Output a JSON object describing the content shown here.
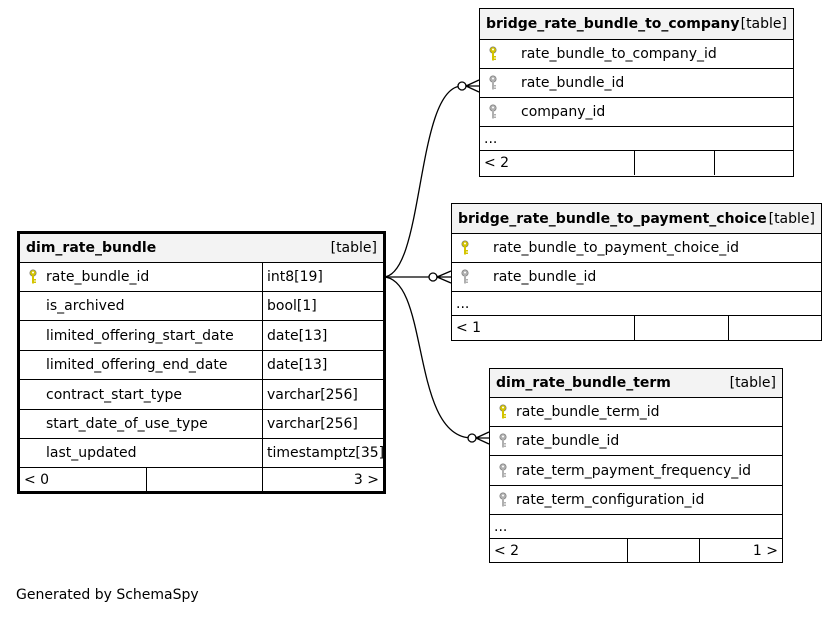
{
  "generated_by": "Generated by SchemaSpy",
  "colors": {
    "primary_key": "#d4c400",
    "foreign_key": "#b0b0b0",
    "header_bg": "#f3f3f3"
  },
  "dim_rate_bundle": {
    "name": "dim_rate_bundle",
    "type_label": "[table]",
    "columns": [
      {
        "name": "rate_bundle_id",
        "type": "int8[19]",
        "key": "primary-key"
      },
      {
        "name": "is_archived",
        "type": "bool[1]",
        "key": ""
      },
      {
        "name": "limited_offering_start_date",
        "type": "date[13]",
        "key": ""
      },
      {
        "name": "limited_offering_end_date",
        "type": "date[13]",
        "key": ""
      },
      {
        "name": "contract_start_type",
        "type": "varchar[256]",
        "key": ""
      },
      {
        "name": "start_date_of_use_type",
        "type": "varchar[256]",
        "key": ""
      },
      {
        "name": "last_updated",
        "type": "timestamptz[35]",
        "key": ""
      }
    ],
    "footer_left": "< 0",
    "footer_right": "3 >"
  },
  "bridge_company": {
    "name": "bridge_rate_bundle_to_company",
    "type_label": "[table]",
    "columns": [
      {
        "name": "rate_bundle_to_company_id",
        "key": "primary-key"
      },
      {
        "name": "rate_bundle_id",
        "key": "foreign-key"
      },
      {
        "name": "company_id",
        "key": "foreign-key"
      }
    ],
    "ellipsis": "...",
    "footer_left": "< 2",
    "footer_right": ""
  },
  "bridge_payment": {
    "name": "bridge_rate_bundle_to_payment_choice",
    "type_label": "[table]",
    "columns": [
      {
        "name": "rate_bundle_to_payment_choice_id",
        "key": "primary-key"
      },
      {
        "name": "rate_bundle_id",
        "key": "foreign-key"
      }
    ],
    "ellipsis": "...",
    "footer_left": "< 1",
    "footer_right": ""
  },
  "term": {
    "name": "dim_rate_bundle_term",
    "type_label": "[table]",
    "columns": [
      {
        "name": "rate_bundle_term_id",
        "key": "primary-key"
      },
      {
        "name": "rate_bundle_id",
        "key": "foreign-key"
      },
      {
        "name": "rate_term_payment_frequency_id",
        "key": "foreign-key"
      },
      {
        "name": "rate_term_configuration_id",
        "key": "foreign-key"
      }
    ],
    "ellipsis": "...",
    "footer_left": "< 2",
    "footer_right": "1 >"
  }
}
